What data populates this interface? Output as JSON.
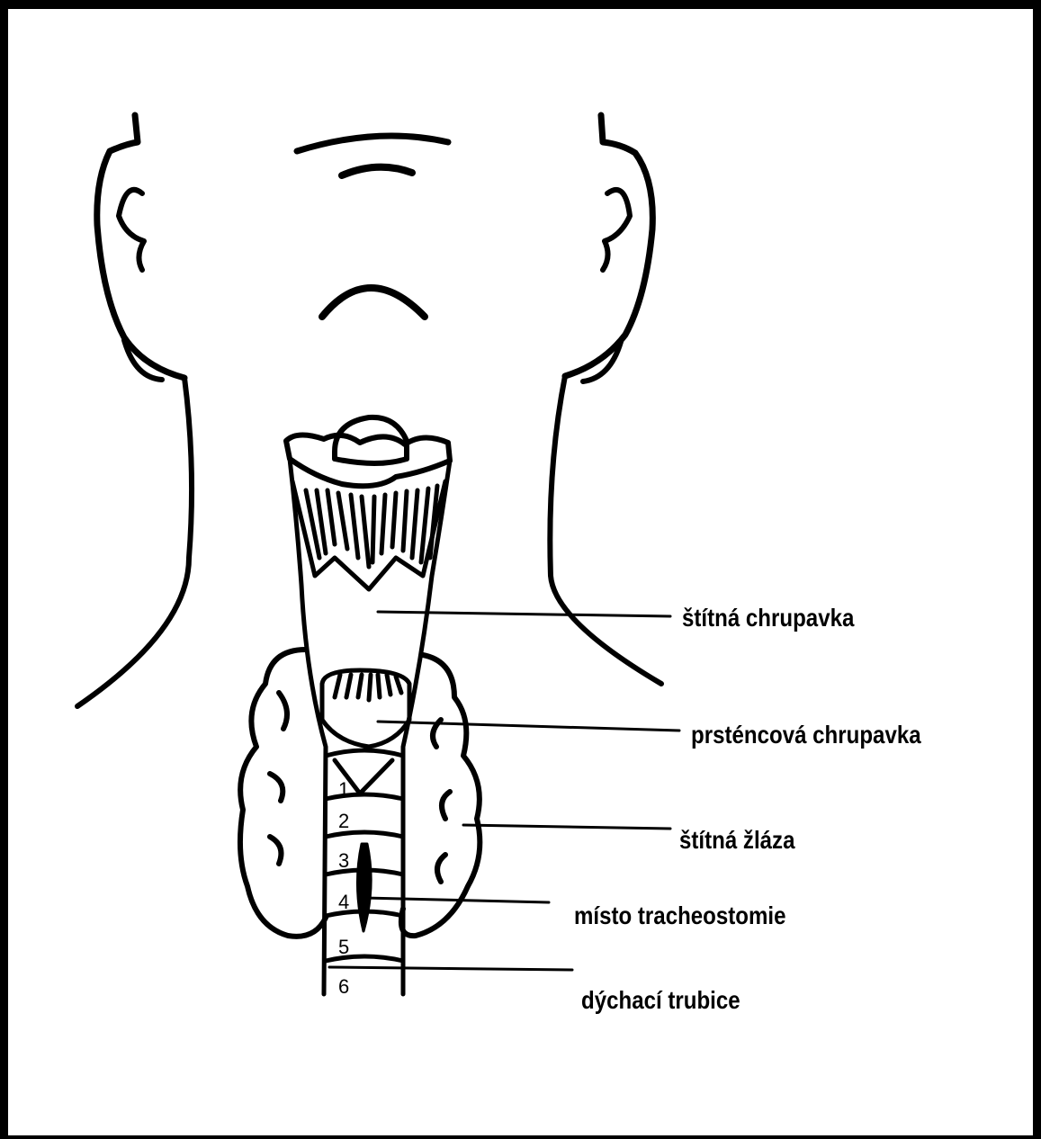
{
  "labels": {
    "thyroid_cartilage": "štítná chrupavka",
    "cricoid_cartilage": "prsténcová chrupavka",
    "thyroid_gland": "štítná žláza",
    "tracheostomy_site": "místo tracheostomie",
    "trachea": "dýchací trubice"
  },
  "ring_numbers": [
    "1",
    "2",
    "3",
    "4",
    "5",
    "6"
  ],
  "colors": {
    "ink": "#000000",
    "background": "#ffffff"
  }
}
